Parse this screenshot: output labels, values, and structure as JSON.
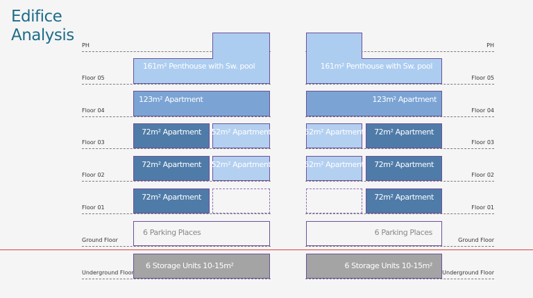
{
  "title": {
    "line1": "Edifice",
    "line2": "Analysis"
  },
  "floors": {
    "ph": "PH",
    "f05": "Floor 05",
    "f04": "Floor 04",
    "f03": "Floor 03",
    "f02": "Floor 02",
    "f01": "Floor 01",
    "ground": "Ground Floor",
    "underground": "Underground Floor"
  },
  "units": {
    "penthouse": "161m² Penthouse with Sw. pool",
    "apt123": "123m² Apartment",
    "apt72": "72m² Apartment",
    "apt52": "52m² Apartment",
    "parking": "6 Parking Places",
    "storage": "6 Storage Units 10-15m²"
  },
  "colors": {
    "title": "#1e6c8a",
    "penthouse": "#adcdf0",
    "apartment_123": "#7ba4d4",
    "apartment_72": "#4f7ba8",
    "apartment_52": "#b4d0f0",
    "storage": "#a4a4a4",
    "border": "#6b4f9a",
    "ground_line": "#e04040"
  }
}
